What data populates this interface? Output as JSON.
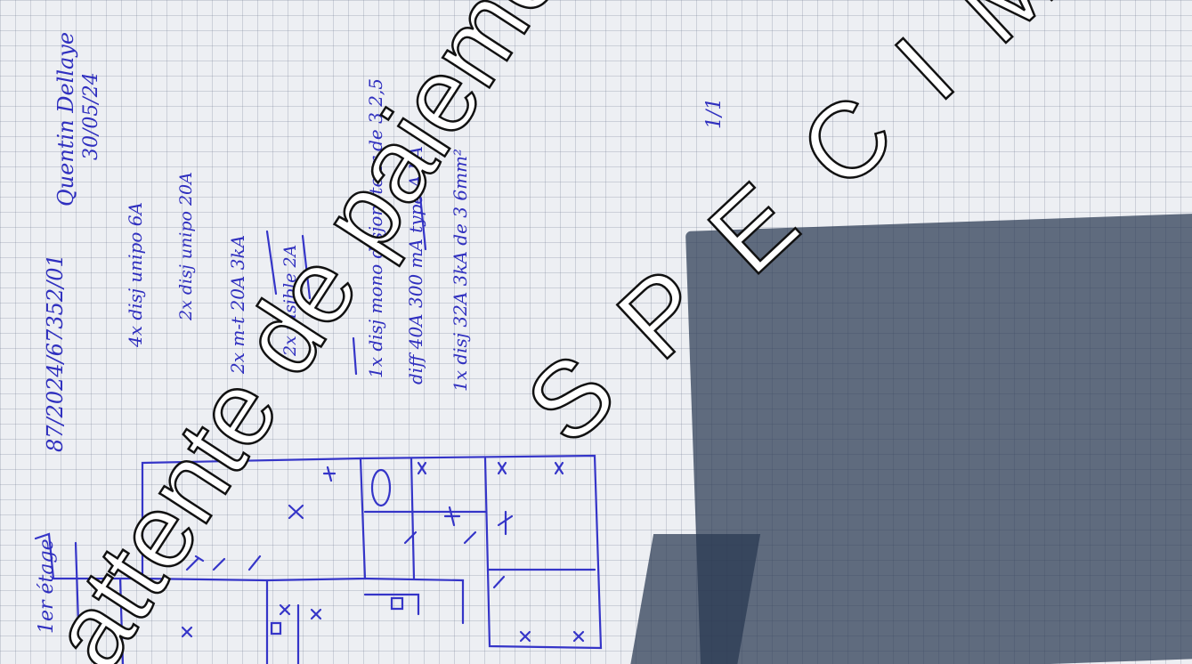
{
  "note": {
    "header": {
      "reference": "87/2024/67352/01",
      "author": "Quentin Dellaye",
      "date": "30/05/24",
      "page": "1/1"
    },
    "plan_label": "1er étage",
    "materials": [
      "4x disj unipo 6A",
      "2x disj unipo 20A",
      "2x m-t 20A 3kA",
      "2x fusible 2A",
      "1x disj mono disjoncteur de 3 2,5",
      "diff 40A 300 mA type A kA",
      "1x disj 32A 3kA de 3 6mm²"
    ]
  },
  "watermark": {
    "line1": "attente de paiement",
    "line2": "SPECIMEN"
  }
}
